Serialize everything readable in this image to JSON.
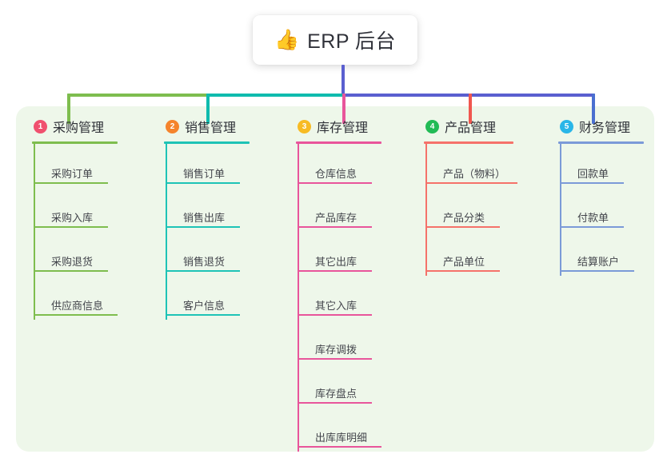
{
  "root": {
    "emoji": "👍",
    "emoji_name": "thumbs-up-icon",
    "title": "ERP 后台"
  },
  "colors": {
    "panel_bg": "#eef7ea",
    "root_line": "#5a5fd0",
    "bus_green": "#7ebd4e",
    "bus_teal": "#0fbbae",
    "bus_purple": "#5a5fd0"
  },
  "branches": [
    {
      "number": "1",
      "label": "采购管理",
      "badge_color": "#f0506e",
      "line_color": "#7ebd4e",
      "items": [
        {
          "label": "采购订单",
          "rule_width": 93
        },
        {
          "label": "采购入库",
          "rule_width": 93
        },
        {
          "label": "采购退货",
          "rule_width": 93
        },
        {
          "label": "供应商信息",
          "rule_width": 105
        }
      ]
    },
    {
      "number": "2",
      "label": "销售管理",
      "badge_color": "#f5842c",
      "line_color": "#1ec3b6",
      "items": [
        {
          "label": "销售订单",
          "rule_width": 93
        },
        {
          "label": "销售出库",
          "rule_width": 93
        },
        {
          "label": "销售退货",
          "rule_width": 93
        },
        {
          "label": "客户信息",
          "rule_width": 93
        }
      ]
    },
    {
      "number": "3",
      "label": "库存管理",
      "badge_color": "#f7bb24",
      "line_color": "#e8559b",
      "items": [
        {
          "label": "仓库信息",
          "rule_width": 93
        },
        {
          "label": "产品库存",
          "rule_width": 93
        },
        {
          "label": "其它出库",
          "rule_width": 93
        },
        {
          "label": "其它入库",
          "rule_width": 93
        },
        {
          "label": "库存调拨",
          "rule_width": 93
        },
        {
          "label": "库存盘点",
          "rule_width": 93
        },
        {
          "label": "出库库明细",
          "rule_width": 105
        }
      ]
    },
    {
      "number": "4",
      "label": "产品管理",
      "badge_color": "#22bb55",
      "line_color": "#f5726a",
      "items": [
        {
          "label": "产品（物料）",
          "rule_width": 115
        },
        {
          "label": "产品分类",
          "rule_width": 93
        },
        {
          "label": "产品单位",
          "rule_width": 93
        }
      ]
    },
    {
      "number": "5",
      "label": "财务管理",
      "badge_color": "#29b6e8",
      "line_color": "#7b9ad8",
      "items": [
        {
          "label": "回款单",
          "rule_width": 80
        },
        {
          "label": "付款单",
          "rule_width": 80
        },
        {
          "label": "结算账户",
          "rule_width": 93
        }
      ]
    }
  ]
}
